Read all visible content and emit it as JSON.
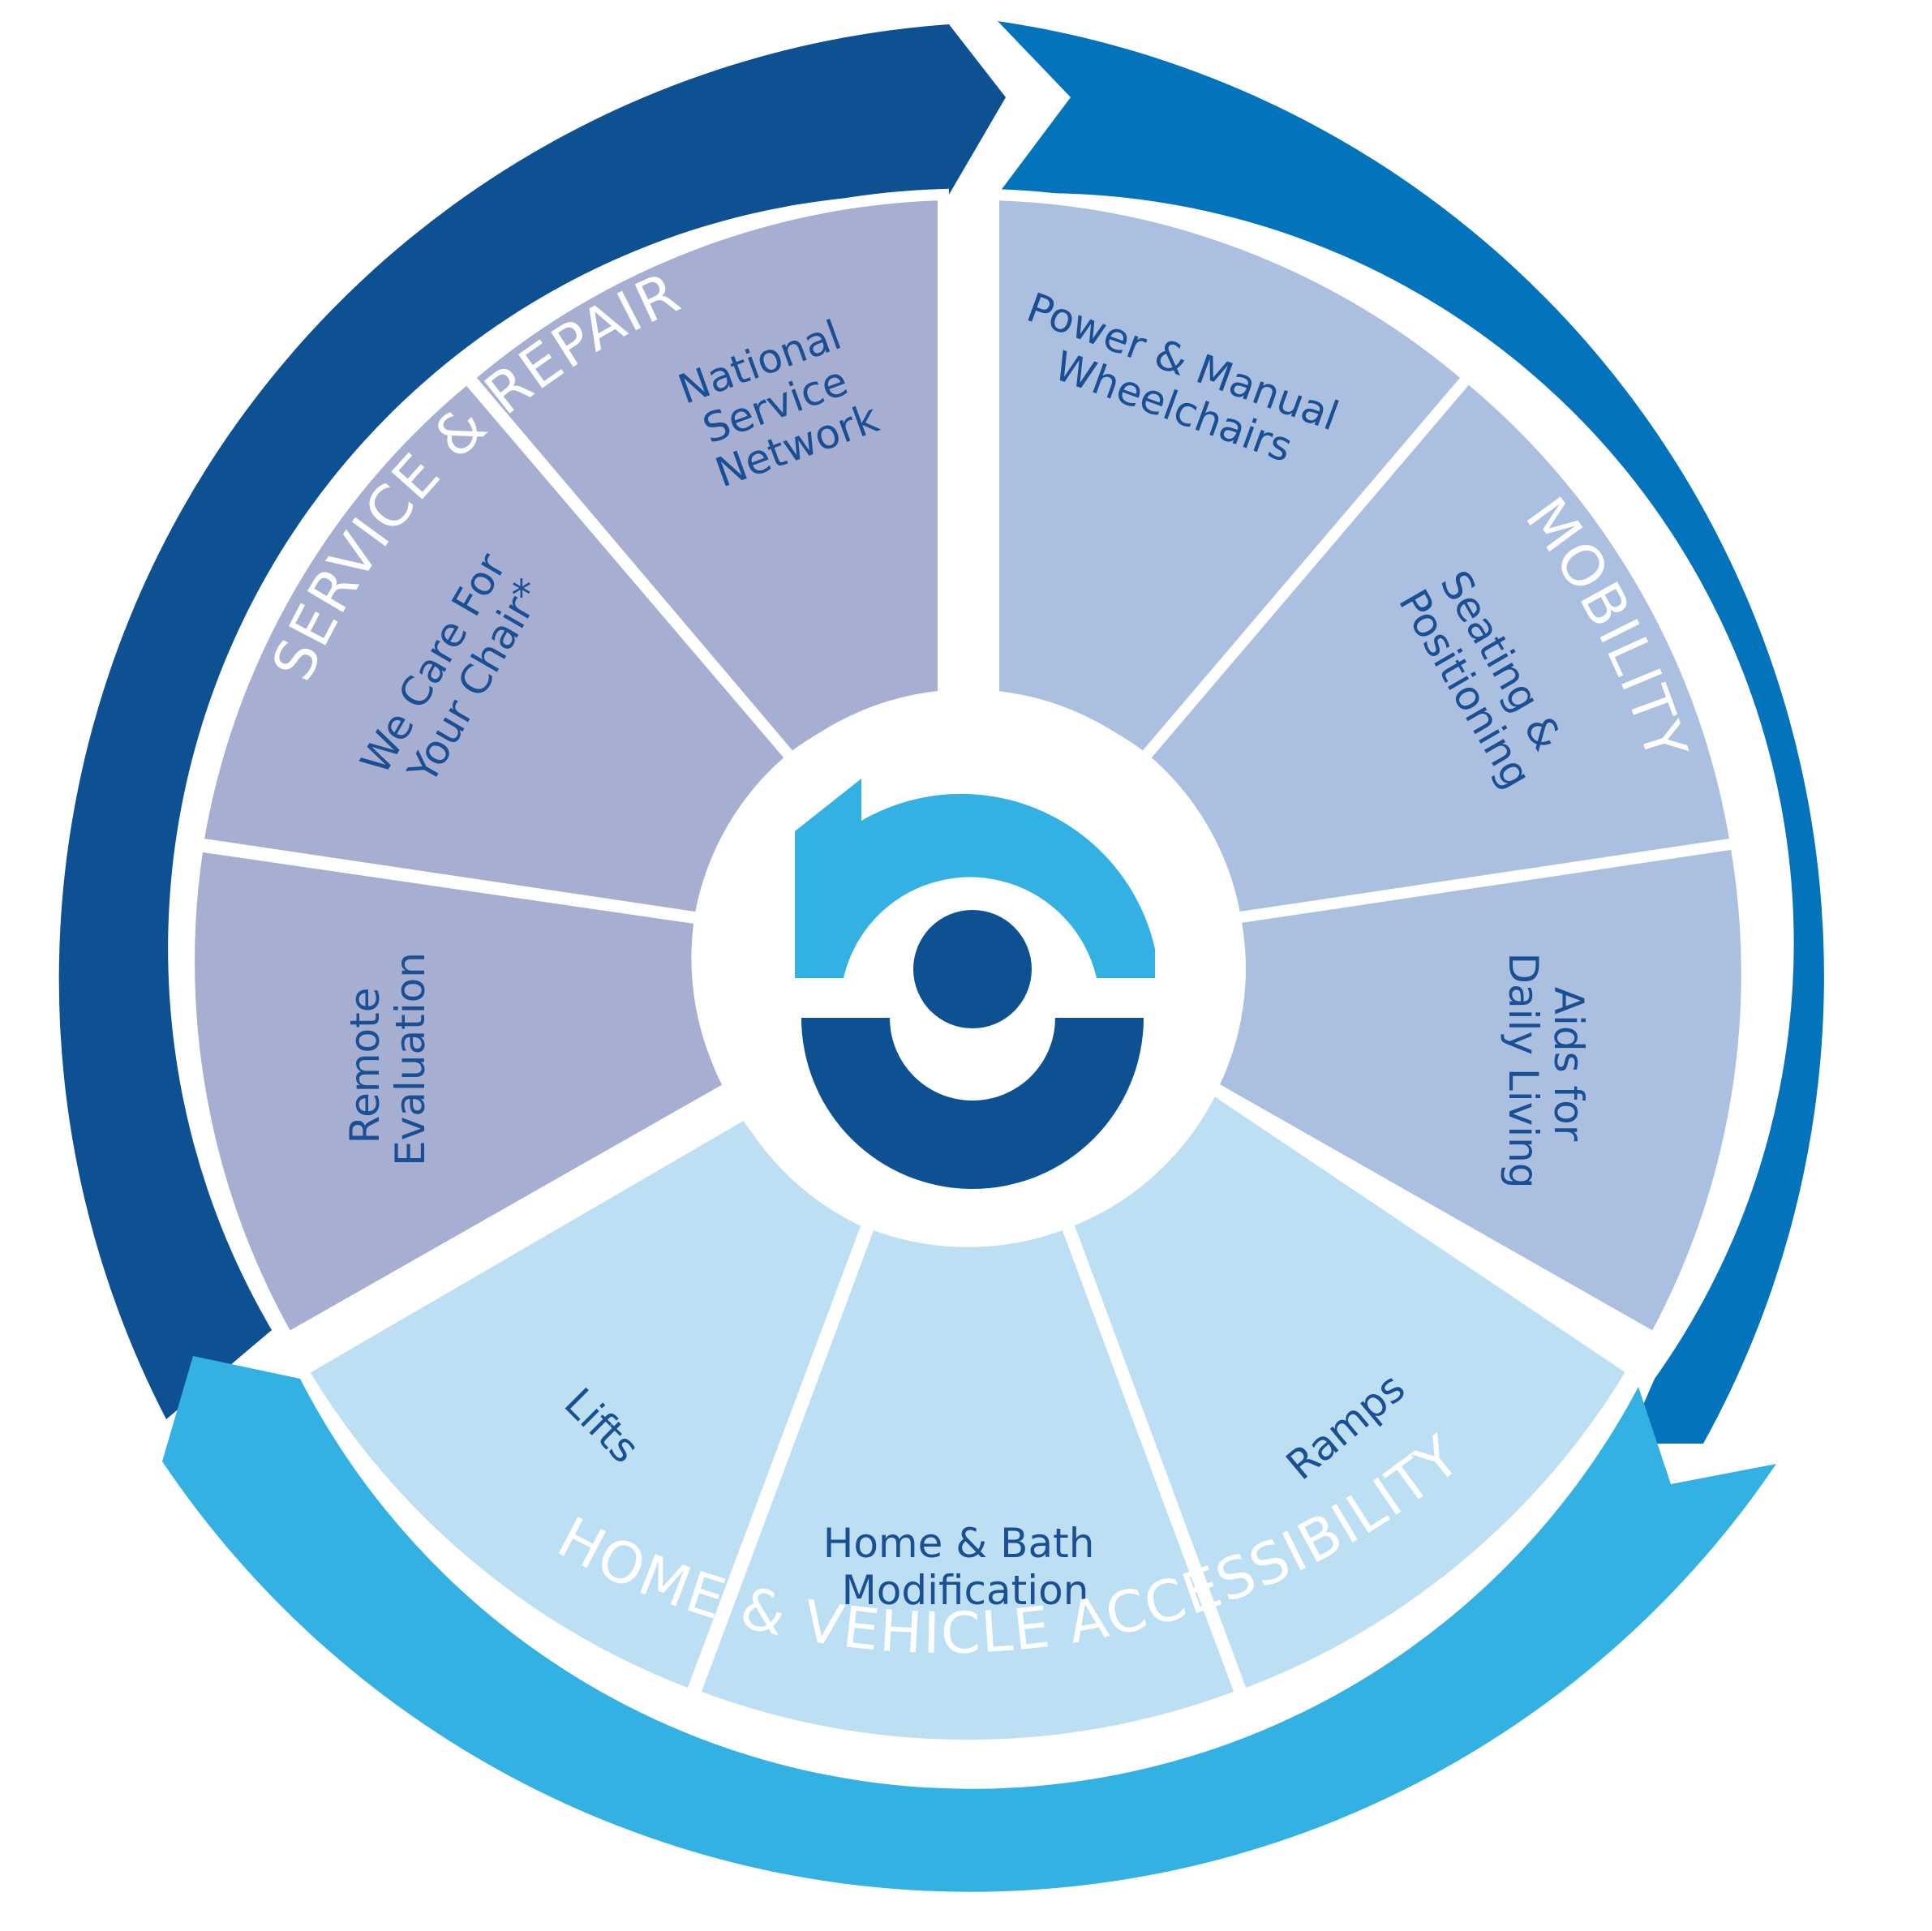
{
  "arcs": {
    "service": "SERVICE & REPAIR",
    "mobility": "MOBILITY",
    "home": "HOME & VEHICLE ACCESSIBILITY"
  },
  "segments": {
    "national_service": [
      "National",
      "Service",
      "Network"
    ],
    "we_care": [
      "We Care For",
      "Your Chair*"
    ],
    "remote_evaluation": [
      "Remote",
      "Evaluation"
    ],
    "power_manual": [
      "Power & Manual",
      "Wheelchairs"
    ],
    "seating": [
      "Seating &",
      "Positioning"
    ],
    "aids": [
      "Aids for",
      "Daily Living"
    ],
    "lifts": [
      "Lifts"
    ],
    "home_bath": [
      "Home & Bath",
      "Modification"
    ],
    "ramps": [
      "Ramps"
    ]
  },
  "colors": {
    "service_arc": "#0e5193",
    "mobility_arc": "#0373bc",
    "home_arc": "#34b1e3",
    "service_segment": "#a6aed1",
    "mobility_segment": "#abbfe1",
    "home_segment": "#bddff4",
    "segment_text": "#1a4f94",
    "logo_light": "#34b1e3",
    "logo_dark": "#0e5193"
  },
  "logo": {
    "icon": "brand-b-logo-icon"
  }
}
